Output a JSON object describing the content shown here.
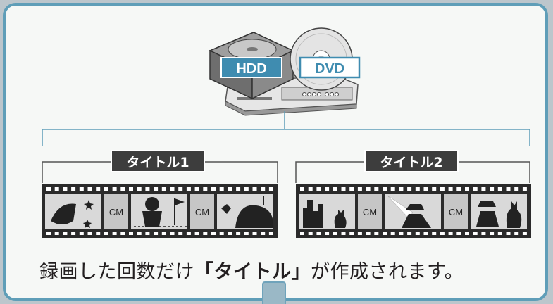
{
  "media": {
    "hdd_label": "HDD",
    "dvd_label": "DVD"
  },
  "titles": [
    {
      "label": "タイトル1",
      "frames": [
        "rocket",
        "cm",
        "astronaut",
        "cm",
        "monster"
      ]
    },
    {
      "label": "タイトル2",
      "frames": [
        "city-cat",
        "cm",
        "detective",
        "cm",
        "silhouettes"
      ]
    }
  ],
  "cm_label": "CM",
  "caption": {
    "prefix": "録画した回数だけ",
    "emphasis": "「タイトル」",
    "suffix": "が作成されます。"
  },
  "colors": {
    "panel_border": "#5f9eb8",
    "label_bg": "#3d3d3d",
    "film": "#2b2b2b",
    "frame_bg": "#cfcfcf",
    "media_label": "#3f8cb0"
  }
}
